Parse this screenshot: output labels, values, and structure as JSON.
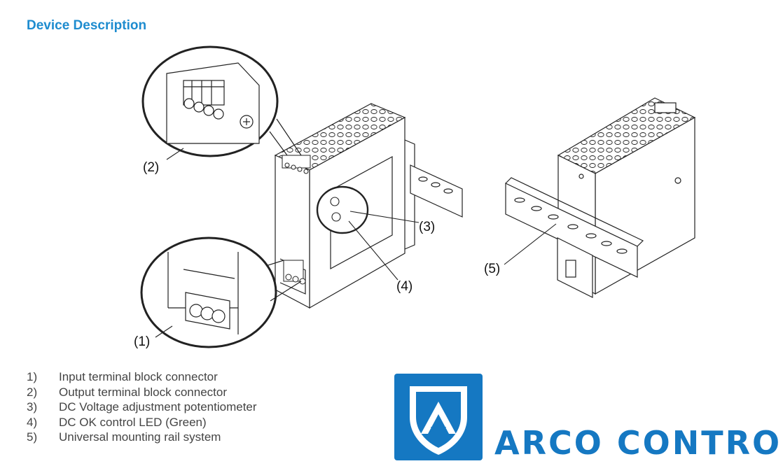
{
  "page": {
    "title": "Device Description"
  },
  "callouts": {
    "c1": "(1)",
    "c2": "(2)",
    "c3": "(3)",
    "c4": "(4)",
    "c5": "(5)"
  },
  "legend": [
    {
      "num": "1)",
      "text": "Input terminal block connector"
    },
    {
      "num": "2)",
      "text": "Output terminal block connector"
    },
    {
      "num": "3)",
      "text": "DC Voltage adjustment potentiometer"
    },
    {
      "num": "4)",
      "text": "DC OK control LED (Green)"
    },
    {
      "num": "5)",
      "text": "Universal mounting rail system"
    }
  ],
  "brand": {
    "name": "ARCO CONTROL",
    "color": "#1578c2"
  },
  "colors": {
    "title": "#1e8ccf",
    "line": "#222222"
  }
}
